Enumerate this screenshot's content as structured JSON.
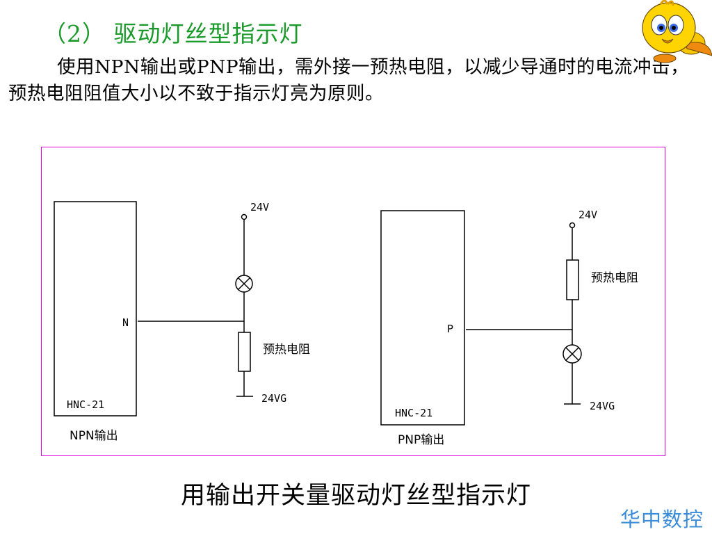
{
  "heading": "（2） 驱动灯丝型指示灯",
  "paragraph": "使用NPN输出或PNP输出，需外接一预热电阻，以减少导通时的电流冲击，预热电阻阻值大小以不致于指示灯亮为原则。",
  "left_circuit": {
    "supply": "24V",
    "output_pin": "N",
    "resistor": "预热电阻",
    "ground": "24VG",
    "device": "HNC-21",
    "caption": "NPN输出"
  },
  "right_circuit": {
    "supply": "24V",
    "output_pin": "P",
    "resistor": "预热电阻",
    "ground": "24VG",
    "device": "HNC-21",
    "caption": "PNP输出"
  },
  "caption": "用输出开关量驱动灯丝型指示灯",
  "brand": "华中数控",
  "colors": {
    "heading": "#1a9a2a",
    "frame": "#e000e0",
    "brand": "#3a8cd8"
  }
}
